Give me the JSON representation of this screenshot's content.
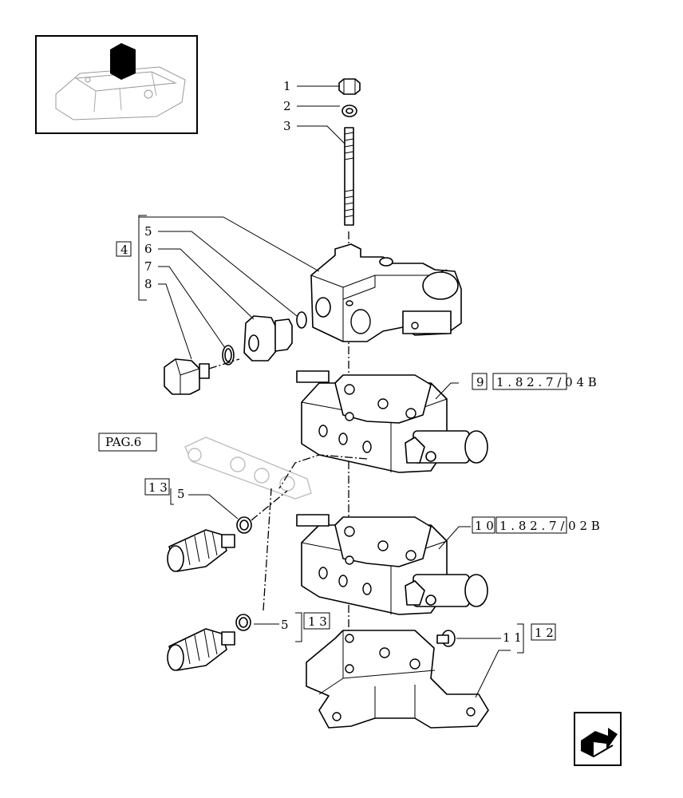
{
  "callouts": {
    "c1": "1",
    "c2": "2",
    "c3": "3",
    "c4": "4",
    "c5a": "5",
    "c6": "6",
    "c7": "7",
    "c8": "8",
    "c5b": "5",
    "c13a": "1 3",
    "c5c": "5",
    "c13b": "1 3",
    "c11": "1 1",
    "c12": "1 2",
    "c9": "9",
    "c10": "1 0"
  },
  "references": {
    "ref_top": "1 . 8 2 . 7 / 0 4 B",
    "ref_bottom": "1 . 8 2 . 7 / 0 2 B",
    "page_ref": "PAG.6"
  },
  "icons": {
    "thumbnail": "tractor-assembly-thumbnail-icon",
    "nav": "next-page-arrow-icon"
  }
}
